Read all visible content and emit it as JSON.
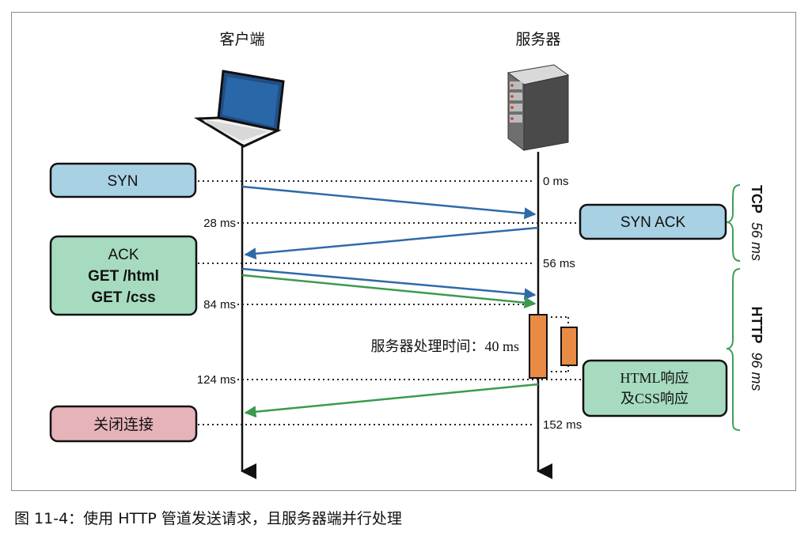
{
  "columns": {
    "client": "客户端",
    "server": "服务器"
  },
  "boxes": {
    "syn": "SYN",
    "syn_ack": "SYN ACK",
    "ack": "ACK",
    "get_html": "GET /html",
    "get_css": "GET /css",
    "close": "关闭连接",
    "resp_line1": "HTML响应",
    "resp_line2": "及CSS响应"
  },
  "times": {
    "t0": "0 ms",
    "t28": "28 ms",
    "t56": "56 ms",
    "t84": "84 ms",
    "t124": "124 ms",
    "t152": "152 ms"
  },
  "processing_label": "服务器处理时间：40 ms",
  "phases": {
    "tcp": {
      "name": "TCP",
      "duration": "56 ms"
    },
    "http": {
      "name": "HTTP",
      "duration": "96 ms"
    }
  },
  "caption": "图 11-4：使用 HTTP 管道发送请求，且服务器端并行处理",
  "colors": {
    "syn_box": "#a9d1e4",
    "ack_box": "#a6dbc0",
    "close_box": "#e6b3b8",
    "request_arrow": "#2f6aa8",
    "green_arrow": "#3c9a4e",
    "processing_bar": "#e98b45",
    "bracket": "#3f9e57"
  }
}
